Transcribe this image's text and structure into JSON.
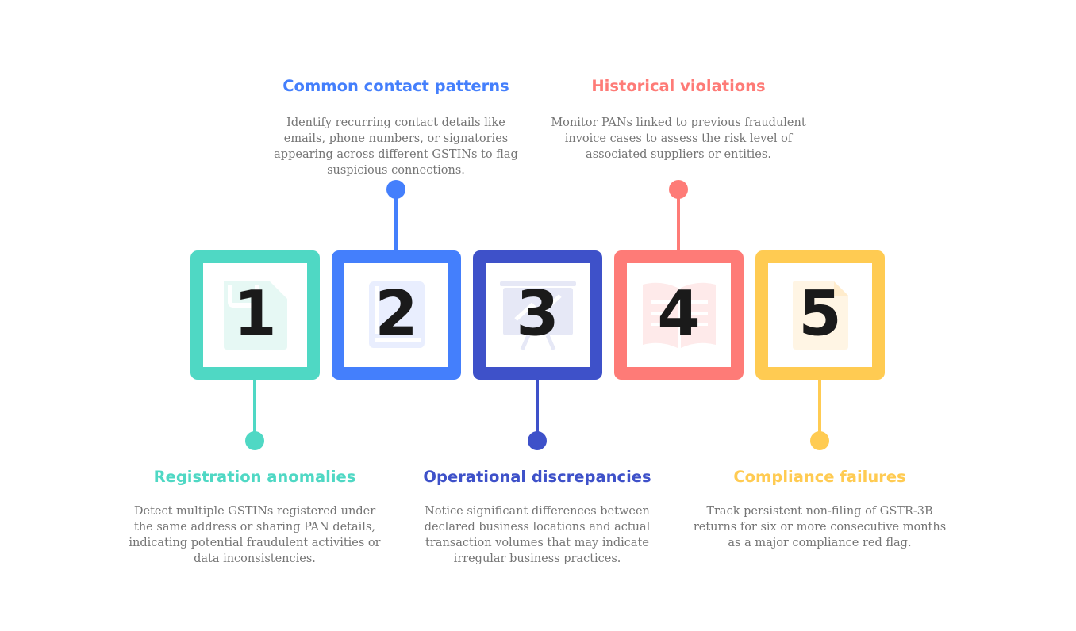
{
  "steps": [
    {
      "number": "1",
      "title": "Registration anomalies",
      "description": "Detect multiple GSTINs registered under the same address or sharing PAN details, indicating potential fraudulent activities or data inconsistencies.",
      "color": "#4fd8c4",
      "icon": "document-icon",
      "position": "bottom"
    },
    {
      "number": "2",
      "title": "Common contact patterns",
      "description": "Identify recurring contact details like emails, phone numbers, or signatories appearing across different GSTINs to flag suspicious connections.",
      "color": "#447ffc",
      "icon": "contact-book-icon",
      "position": "top"
    },
    {
      "number": "3",
      "title": "Operational discrepancies",
      "description": "Notice significant differences between declared business locations and actual transaction volumes that may indicate irregular business practices.",
      "color": "#3e51c9",
      "icon": "presentation-board-icon",
      "position": "bottom"
    },
    {
      "number": "4",
      "title": "Historical violations",
      "description": "Monitor PANs linked to previous fraudulent invoice cases to assess the risk level of associated suppliers or entities.",
      "color": "#fe7b77",
      "icon": "open-book-icon",
      "position": "top"
    },
    {
      "number": "5",
      "title": "Compliance failures",
      "description": "Track persistent non-filing of GSTR-3B returns for six or more consecutive months as a major compliance red flag.",
      "color": "#ffcb52",
      "icon": "file-icon",
      "position": "bottom"
    }
  ]
}
